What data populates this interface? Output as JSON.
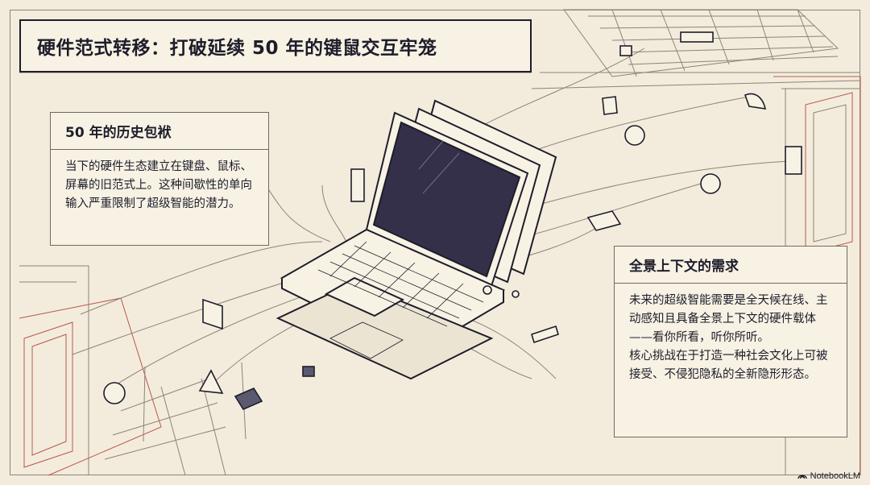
{
  "title": "硬件范式转移：打破延续 50 年的键鼠交互牢笼",
  "left_card": {
    "heading": "50 年的历史包袱",
    "body": "当下的硬件生态建立在键盘、鼠标、屏幕的旧范式上。这种间歇性的单向输入严重限制了超级智能的潜力。"
  },
  "right_card": {
    "heading": "全景上下文的需求",
    "paragraphs": [
      "未来的超级智能需要是全天候在线、主动感知且具备全景上下文的硬件载体——看你所看，听你所听。",
      "核心挑战在于打造一种社会文化上可被接受、不侵犯隐私的全新隐形形态。"
    ]
  },
  "brand": "NotebookLM",
  "colors": {
    "background": "#f3ecdc",
    "ink": "#1d1d2b",
    "screen": "#34304a",
    "accent_red": "#b9574e"
  },
  "icons": [
    "notebooklm-logo-icon"
  ]
}
